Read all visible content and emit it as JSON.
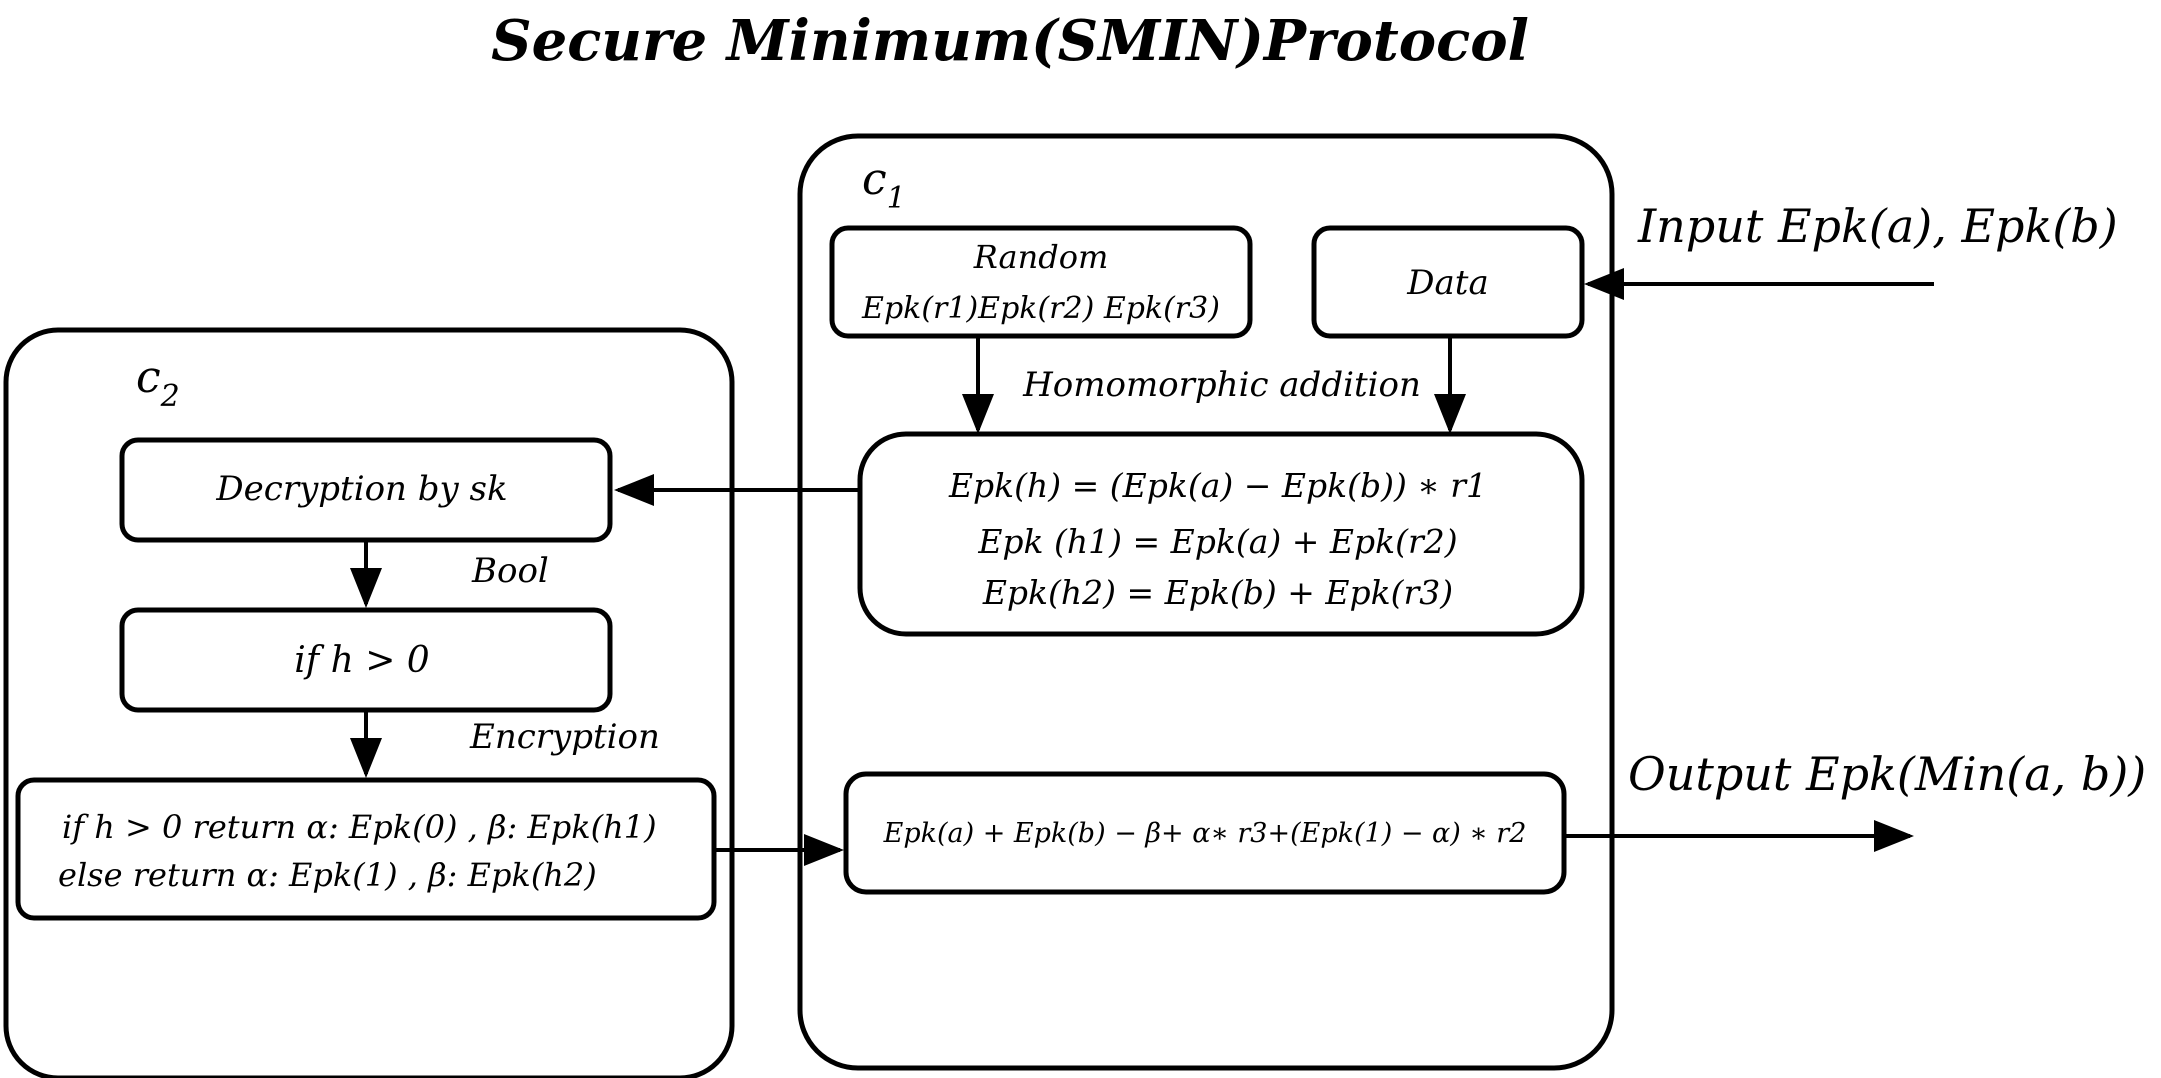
{
  "title": "Secure Minimum(SMIN)Protocol",
  "c1": {
    "label": "c",
    "label_sub": "1",
    "random_box": {
      "line1": "Random",
      "line2": "Epk(r1)Epk(r2) Epk(r3)"
    },
    "data_box": "Data",
    "homomorphic_label": "Homomorphic addition",
    "compute_box": {
      "line1": "Epk(h) = (Epk(a) − Epk(b)) ∗ r1",
      "line2": "Epk (h1) = Epk(a) + Epk(r2)",
      "line3": "Epk(h2) = Epk(b) + Epk(r3)"
    },
    "output_box": "Epk(a) + Epk(b) − β+ α∗ r3+(Epk(1) − α) ∗ r2"
  },
  "c2": {
    "label": "c",
    "label_sub": "2",
    "decrypt_box": "Decryption by sk",
    "bool_label": "Bool",
    "if_box": "if h > 0",
    "encryption_label": "Encryption",
    "return_box": {
      "line1": "if h > 0 return α: Epk(0) , β: Epk(h1)",
      "line2": "else return α: Epk(1) , β: Epk(h2)"
    }
  },
  "input_label": "Input Epk(a), Epk(b)",
  "output_label": "Output Epk(Min(a, b))"
}
